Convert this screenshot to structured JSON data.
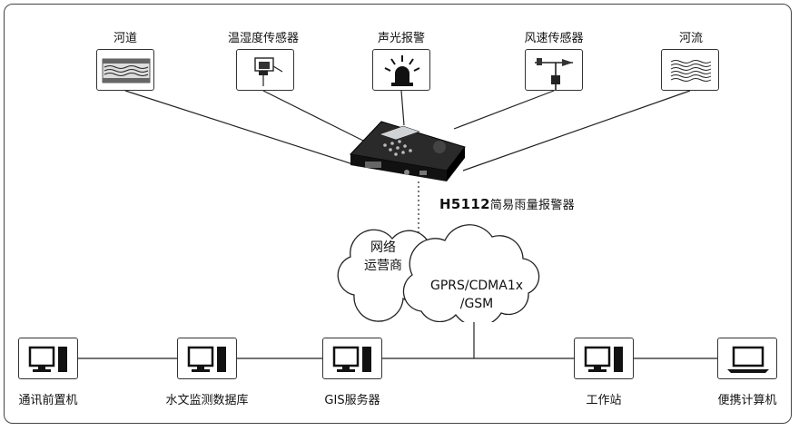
{
  "sensors": [
    {
      "label": "河道",
      "icon": "river-channel-icon"
    },
    {
      "label": "温湿度传感器",
      "icon": "temperature-humidity-sensor-icon"
    },
    {
      "label": "声光报警",
      "icon": "siren-alarm-icon"
    },
    {
      "label": "风速传感器",
      "icon": "anemometer-icon"
    },
    {
      "label": "河流",
      "icon": "river-waves-icon"
    }
  ],
  "device": {
    "model": "H5112",
    "name": "简易雨量报警器",
    "icon": "rain-alarm-device-icon"
  },
  "network": {
    "operator_line1": "网络",
    "operator_line2": "运营商",
    "protocol_line1": "GPRS/CDMA1x",
    "protocol_line2": "/GSM"
  },
  "stations": [
    {
      "label": "通讯前置机",
      "icon": "desktop-computer-icon"
    },
    {
      "label": "水文监测数据库",
      "icon": "desktop-computer-icon"
    },
    {
      "label": "GIS服务器",
      "icon": "desktop-computer-icon"
    },
    {
      "label": "工作站",
      "icon": "desktop-computer-icon"
    },
    {
      "label": "便携计算机",
      "icon": "laptop-icon"
    }
  ],
  "colors": {
    "stroke": "#222222",
    "background": "#ffffff",
    "device_body": "#1b1b1b"
  }
}
